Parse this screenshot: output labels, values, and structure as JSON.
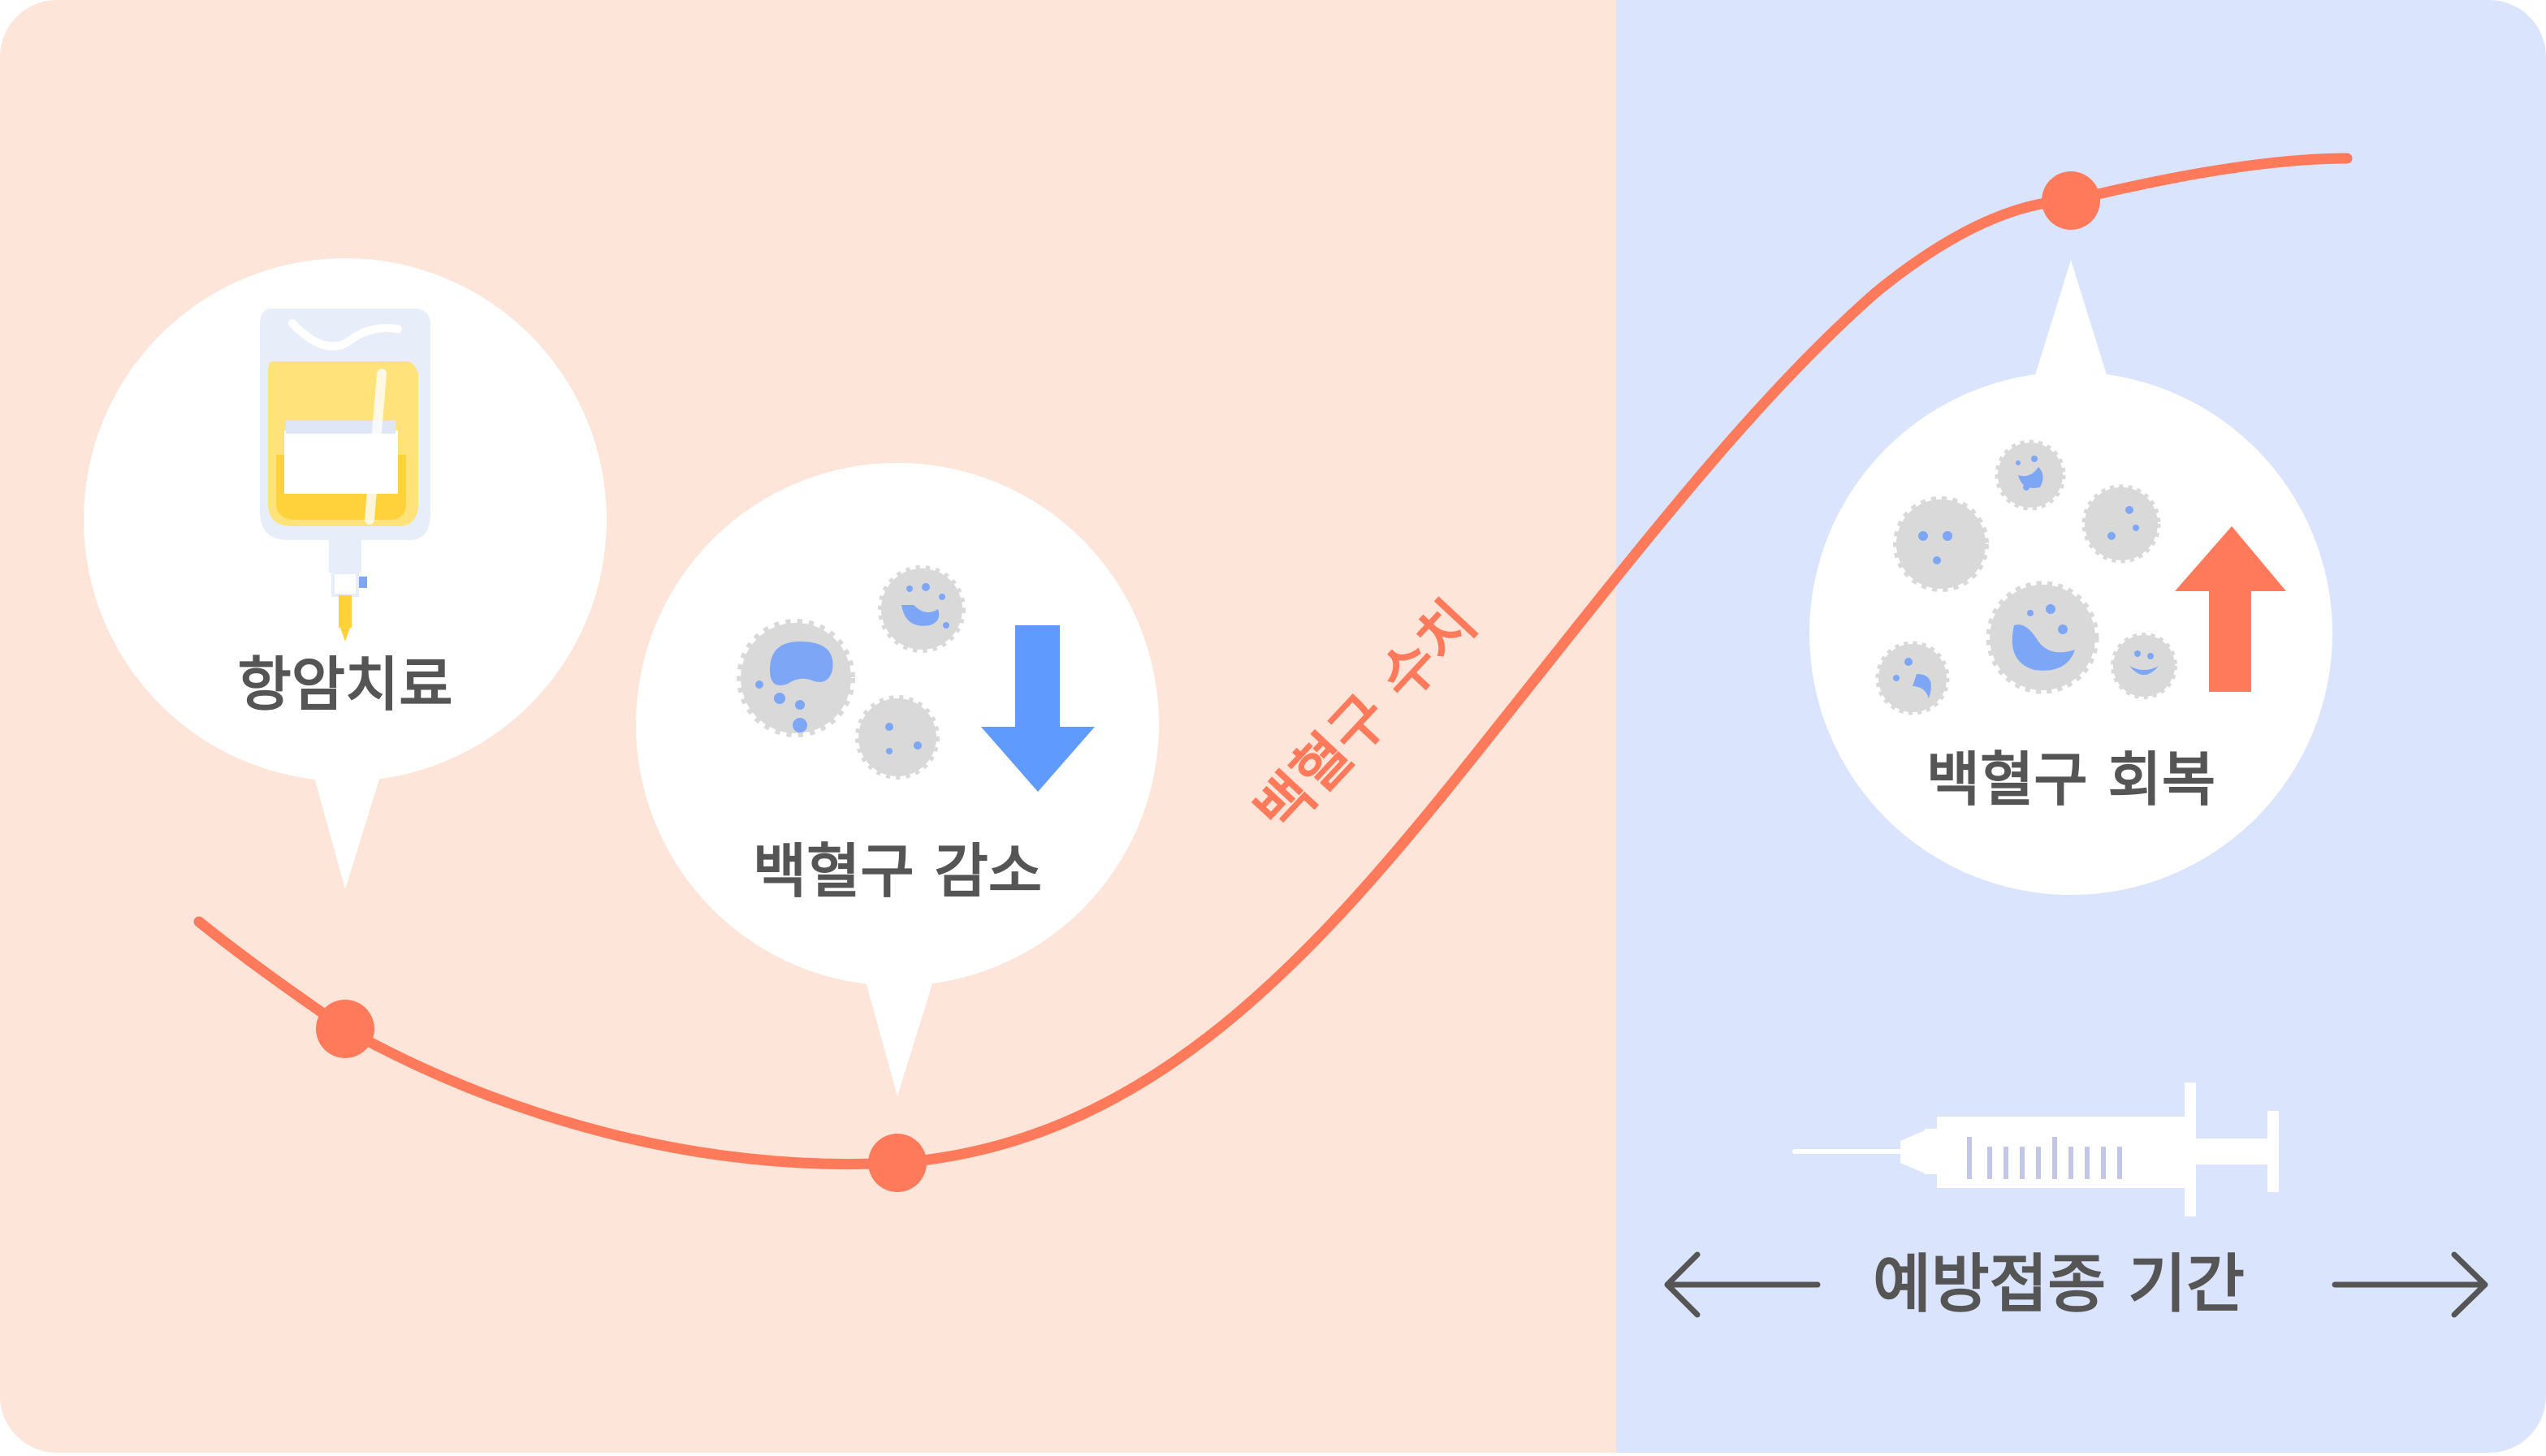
{
  "phases": {
    "treatment": {
      "color": "#fde5da"
    },
    "vaccination": {
      "color": "#dae4fc"
    }
  },
  "curve": {
    "label": "백혈구 수치",
    "color": "#ff7a5a"
  },
  "bubbles": {
    "chemo": {
      "label": "항암치료",
      "icon": "iv-bag-icon"
    },
    "decrease": {
      "label": "백혈구 감소",
      "icon": "wbc-cells-icon",
      "arrow": "down-arrow-icon",
      "arrow_color": "#5f9bff"
    },
    "recovery": {
      "label": "백혈구 회복",
      "icon": "wbc-cells-icon",
      "arrow": "up-arrow-icon",
      "arrow_color": "#ff7a5a"
    }
  },
  "vaccine": {
    "label": "예방접종 기간",
    "icon": "syringe-icon",
    "arrow_icons": [
      "left-arrow-icon",
      "right-arrow-icon"
    ]
  },
  "colors": {
    "text": "#555555",
    "cell_body": "#d9d9d9",
    "cell_nucleus": "#7ea6f6"
  }
}
